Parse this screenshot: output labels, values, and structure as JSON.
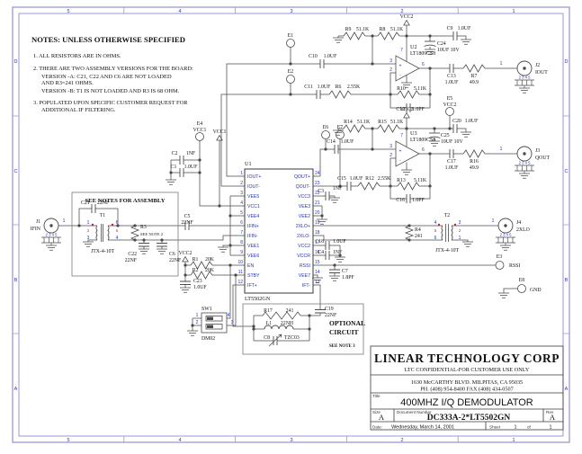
{
  "sheet": {
    "zones_top": [
      "5",
      "4",
      "3",
      "2",
      "1"
    ],
    "zones_side": [
      "D",
      "C",
      "B",
      "A"
    ]
  },
  "notes": {
    "title": "NOTES: UNLESS OTHERWISE SPECIFIED",
    "n1": "1.  ALL RESISTORS ARE IN OHMS.",
    "n2": "2.  THERE ARE TWO ASSEMBLY VERSIONS FOR THE BOARD:",
    "n2a": "VERSION -A:  C21, C22 AND C6  ARE NOT LOADED",
    "n2b": "AND R3=241 OHMS.",
    "n2c": "VERSION -B:  T1 IS NOT LOADED AND R3 IS 68 OHM.",
    "n3": "3.  POPULATED UPON SPECIFIC CUSTOMER REQUEST FOR",
    "n3a": "ADDITIONAL IF FILTERING."
  },
  "tb": {
    "company": "LINEAR TECHNOLOGY CORP",
    "confidential": "LTC CONFIDENTIAL-FOR CUSTOMER USE ONLY",
    "addr1": "1630 McCARTHY BLVD. MILPITAS, CA 95035",
    "addr2": "PH. (408) 954-8400  FAX (408) 434-0507",
    "title_label": "Title",
    "title": "400MHZ I/Q DEMODULATOR",
    "size_label": "Size",
    "size": "A",
    "doc_label": "Document Number",
    "doc": "DC333A-2*LT5502GN",
    "rev_label": "Rev",
    "rev": "A",
    "date_label": "Date:",
    "date": "Wednesday, March 14, 2001",
    "sheet_label": "Sheet",
    "sheet_no": "1",
    "of": "of",
    "sheet_total": "1"
  },
  "power": {
    "vcc1": "VCC1",
    "vcc2": "VCC2"
  },
  "u1": {
    "ref": "U1",
    "part": "LT5502GN",
    "lp": [
      {
        "n": "1",
        "nm": "IOUT+"
      },
      {
        "n": "2",
        "nm": "IOUT-"
      },
      {
        "n": "3",
        "nm": "VEE5"
      },
      {
        "n": "4",
        "nm": "VCC1"
      },
      {
        "n": "5",
        "nm": "VEE4"
      },
      {
        "n": "6",
        "nm": "IFIN+"
      },
      {
        "n": "7",
        "nm": "IFIN-"
      },
      {
        "n": "8",
        "nm": "VEE1"
      },
      {
        "n": "9",
        "nm": "VEE6"
      },
      {
        "n": "10",
        "nm": "EN"
      },
      {
        "n": "11",
        "nm": "STBY"
      },
      {
        "n": "12",
        "nm": "IFT+"
      }
    ],
    "rp": [
      {
        "n": "24",
        "nm": "QOUT+"
      },
      {
        "n": "23",
        "nm": "QOUT-"
      },
      {
        "n": "22",
        "nm": "VCC3"
      },
      {
        "n": "21",
        "nm": "VEE3"
      },
      {
        "n": "20",
        "nm": "VEE2"
      },
      {
        "n": "19",
        "nm": "2XLO+"
      },
      {
        "n": "18",
        "nm": "2XLO-"
      },
      {
        "n": "17",
        "nm": "VCC2"
      },
      {
        "n": "16",
        "nm": "VCCR"
      },
      {
        "n": "15",
        "nm": "RSSI"
      },
      {
        "n": "14",
        "nm": "VEE7"
      },
      {
        "n": "13",
        "nm": "IFT-"
      }
    ]
  },
  "opamp": {
    "u2": "U2",
    "u3": "U3",
    "part": "LT1809CS8",
    "p_inp": "3",
    "p_inn": "2",
    "p_out": "6",
    "p_v": "7",
    "plus": "+",
    "minus": "-"
  },
  "c": {
    "R1": {
      "r": "R1",
      "v": "20K"
    },
    "R2": {
      "r": "R2",
      "v": "20K"
    },
    "R3": {
      "r": "R3",
      "v": "SEE NOTE 2"
    },
    "R4": {
      "r": "R4",
      "v": "241"
    },
    "R6": {
      "r": "R6",
      "v": "2.55K"
    },
    "R7": {
      "r": "R7",
      "v": "49.9"
    },
    "R8": {
      "r": "R8",
      "v": "51.1K"
    },
    "R9": {
      "r": "R9",
      "v": "51.1K"
    },
    "R10": {
      "r": "R10",
      "v": "5.11K"
    },
    "R12": {
      "r": "R12",
      "v": "2.55K"
    },
    "R13": {
      "r": "R13",
      "v": "5.11K"
    },
    "R14": {
      "r": "R14",
      "v": "51.1K"
    },
    "R15": {
      "r": "R15",
      "v": "51.1K"
    },
    "R16": {
      "r": "R16",
      "v": "49.9"
    },
    "R17": {
      "r": "R17",
      "v": "241"
    },
    "C1": {
      "r": "C1",
      "v": "1.0UF"
    },
    "C2": {
      "r": "C2",
      "v": "1NF"
    },
    "C3": {
      "r": "C3",
      "v": "1NF"
    },
    "C4": {
      "r": "C4",
      "v": "1NF"
    },
    "C5": {
      "r": "C5",
      "v": "22NF"
    },
    "C6": {
      "r": "C6",
      "v": "22NF"
    },
    "C7": {
      "r": "C7",
      "v": "1.8PF"
    },
    "C8": {
      "r": "C8",
      "v": "TZC03"
    },
    "C9": {
      "r": "C9",
      "v": "1.0UF"
    },
    "C10": {
      "r": "C10",
      "v": "1.0UF"
    },
    "C11": {
      "r": "C11",
      "v": "1.0UF"
    },
    "C12": {
      "r": "C12",
      "v": "1.0PF"
    },
    "C13": {
      "r": "C13",
      "v": "1.0UF"
    },
    "C14": {
      "r": "C14",
      "v": "1.0UF"
    },
    "C15": {
      "r": "C15",
      "v": "1.0UF"
    },
    "C16": {
      "r": "C16",
      "v": "1.0PF"
    },
    "C17": {
      "r": "C17",
      "v": "1.0UF"
    },
    "C18": {
      "r": "C18",
      "v": "1.0UF"
    },
    "C19": {
      "r": "C19",
      "v": "22NF"
    },
    "C20": {
      "r": "C20",
      "v": "1.0UF"
    },
    "C21": {
      "r": "C21",
      "v": "22NF"
    },
    "C22": {
      "r": "C22",
      "v": "22NF"
    },
    "C23": {
      "r": "C23",
      "v": "1.0UF"
    },
    "C24": {
      "r": "C24",
      "v": "10UF 10V"
    },
    "C25": {
      "r": "C25",
      "v": "10UF 10V"
    },
    "L1": {
      "r": "L1",
      "v": "22NH"
    },
    "T1": {
      "r": "T1",
      "v": "JTX-4-10T"
    },
    "T2": {
      "r": "T2",
      "v": "JTX-4-10T"
    }
  },
  "t1": {
    "tl": "1",
    "ml": "2",
    "bl": "3",
    "tr": "6",
    "mr": "5",
    "br": "4"
  },
  "t2": {
    "tl": "4",
    "ml": "5",
    "bl": "6",
    "tr": "3",
    "mr": "2",
    "br": "1"
  },
  "sw": {
    "ref": "SW1",
    "part": "DM02",
    "p1": "1",
    "p2": "2",
    "p3": "3",
    "p4": "4"
  },
  "conn": {
    "pin1": "1",
    "shield": "2 3 4 5",
    "j1": {
      "ref": "J1",
      "nm": "IFIN"
    },
    "j2": {
      "ref": "J2",
      "nm": "IOUT"
    },
    "j3": {
      "ref": "J3",
      "nm": "QOUT"
    },
    "j4": {
      "ref": "J4",
      "nm": "2XLO"
    }
  },
  "e": {
    "e1": "E1",
    "e2": "E2",
    "e3": "E3",
    "e3nm": "RSSI",
    "e4": "E4",
    "e4net": "VCC1",
    "e5": "E5",
    "e5net": "VCC2",
    "e6": "E6",
    "e7": "E7",
    "e8": "E8",
    "e8nm": "GND"
  },
  "boxes": {
    "assembly": "SEE NOTES FOR ASSEMBLY",
    "opt1": "OPTIONAL",
    "opt2": "CIRCUIT",
    "opt_note": "SEE NOTE 3"
  }
}
